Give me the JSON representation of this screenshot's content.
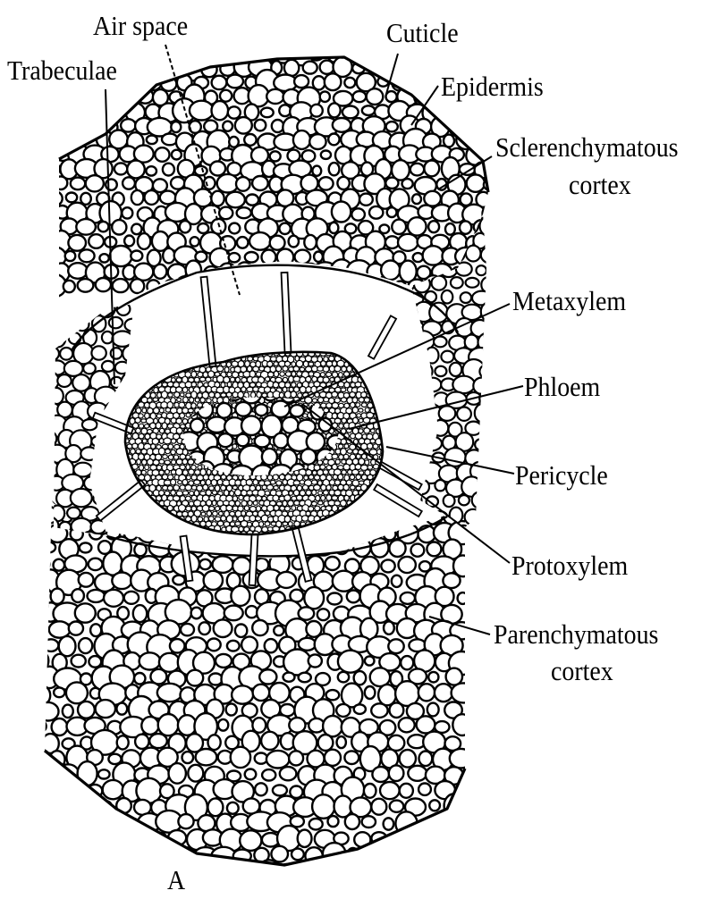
{
  "diagram": {
    "colors": {
      "ink": "#000000",
      "paper": "#ffffff"
    },
    "labels": {
      "air_space": "Air space",
      "cuticle": "Cuticle",
      "trabeculae": "Trabeculae",
      "epidermis": "Epidermis",
      "sclerenchymatous_cortex_line1": "Sclerenchymatous",
      "sclerenchymatous_cortex_line2": "cortex",
      "metaxylem": "Metaxylem",
      "phloem": "Phloem",
      "pericycle": "Pericycle",
      "protoxylem": "Protoxylem",
      "parenchymatous_cortex_line1": "Parenchymatous",
      "parenchymatous_cortex_line2": "cortex",
      "figure_letter": "A"
    }
  }
}
